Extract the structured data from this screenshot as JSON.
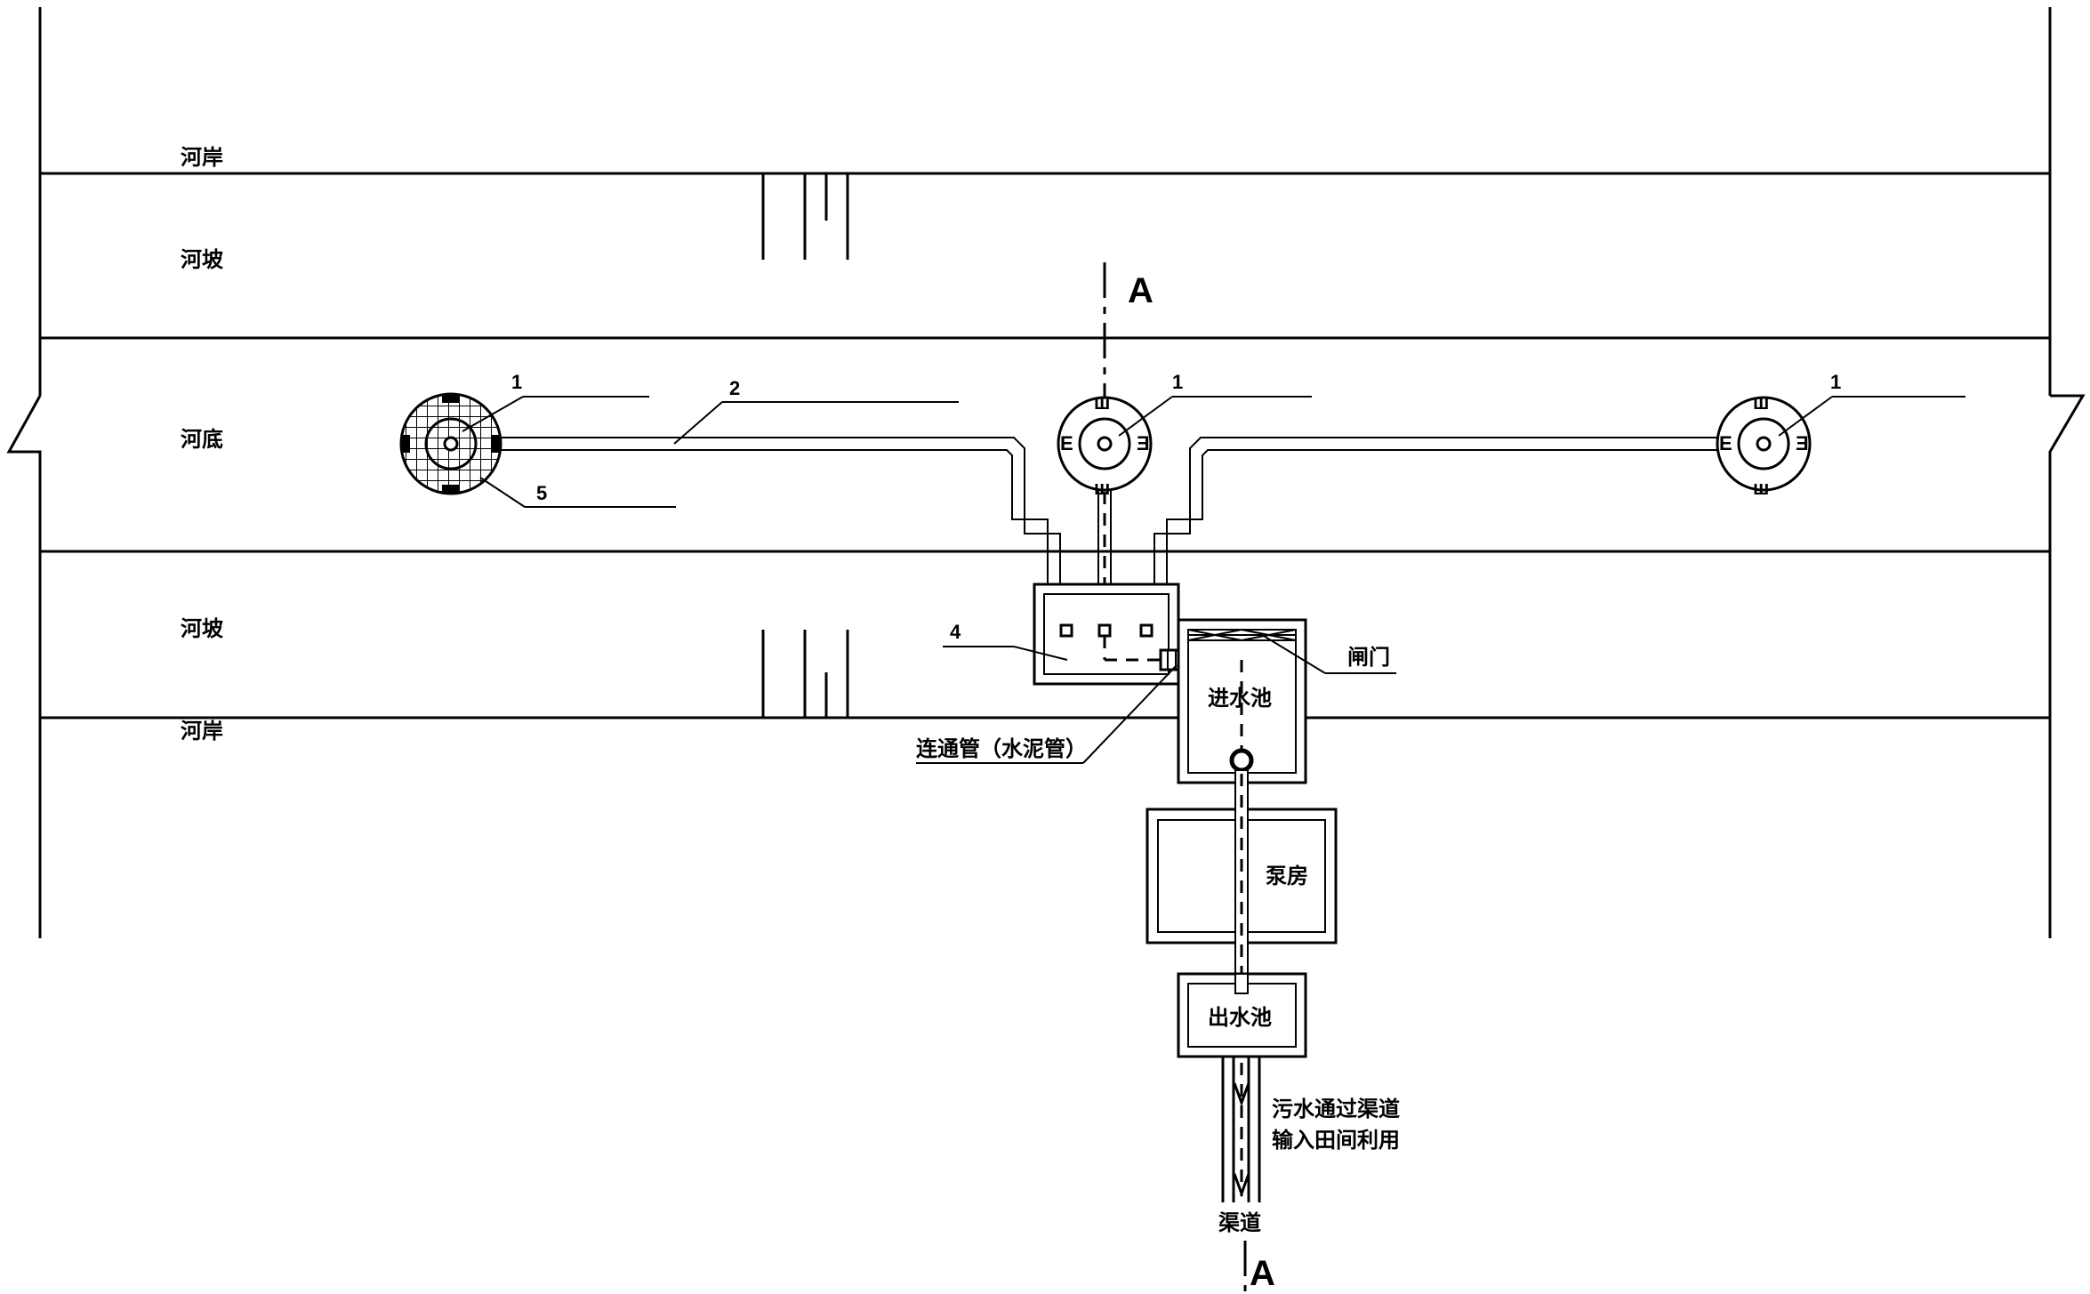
{
  "labels": {
    "bank_top": "河岸",
    "slope_top": "河坡",
    "riverbed": "河底",
    "slope_bottom": "河坡",
    "bank_bottom": "河岸",
    "gate": "闸门",
    "inlet_pool": "进水池",
    "pump_house": "泵房",
    "outlet_pool": "出水池",
    "connector_pipe": "连通管（水泥管）",
    "sewage_note_line1": "污水通过渠道",
    "sewage_note_line2": "输入田间利用",
    "channel": "渠道"
  },
  "callouts": {
    "well_left": "1",
    "pipe": "2",
    "well_center": "1",
    "well_right": "1",
    "grid_cover": "5",
    "collection_box": "4"
  },
  "section_marks": {
    "top": "A",
    "bottom": "A"
  }
}
